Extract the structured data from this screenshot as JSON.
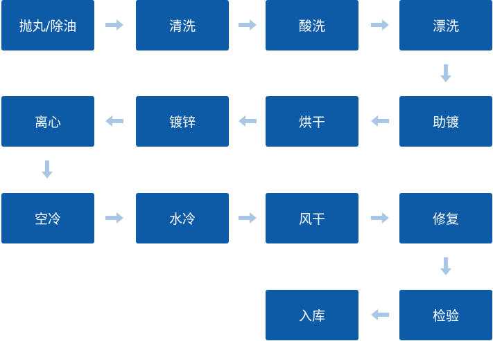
{
  "diagram": {
    "colors": {
      "box": "#0d5aa7",
      "text": "#ffffff",
      "arrow": "#a8c6e6"
    },
    "steps": [
      {
        "label": "抛丸/除油"
      },
      {
        "label": "清洗"
      },
      {
        "label": "酸洗"
      },
      {
        "label": "漂洗"
      },
      {
        "label": "助镀"
      },
      {
        "label": "烘干"
      },
      {
        "label": "镀锌"
      },
      {
        "label": "离心"
      },
      {
        "label": "空冷"
      },
      {
        "label": "水冷"
      },
      {
        "label": "风干"
      },
      {
        "label": "修复"
      },
      {
        "label": "检验"
      },
      {
        "label": "入库"
      }
    ]
  }
}
